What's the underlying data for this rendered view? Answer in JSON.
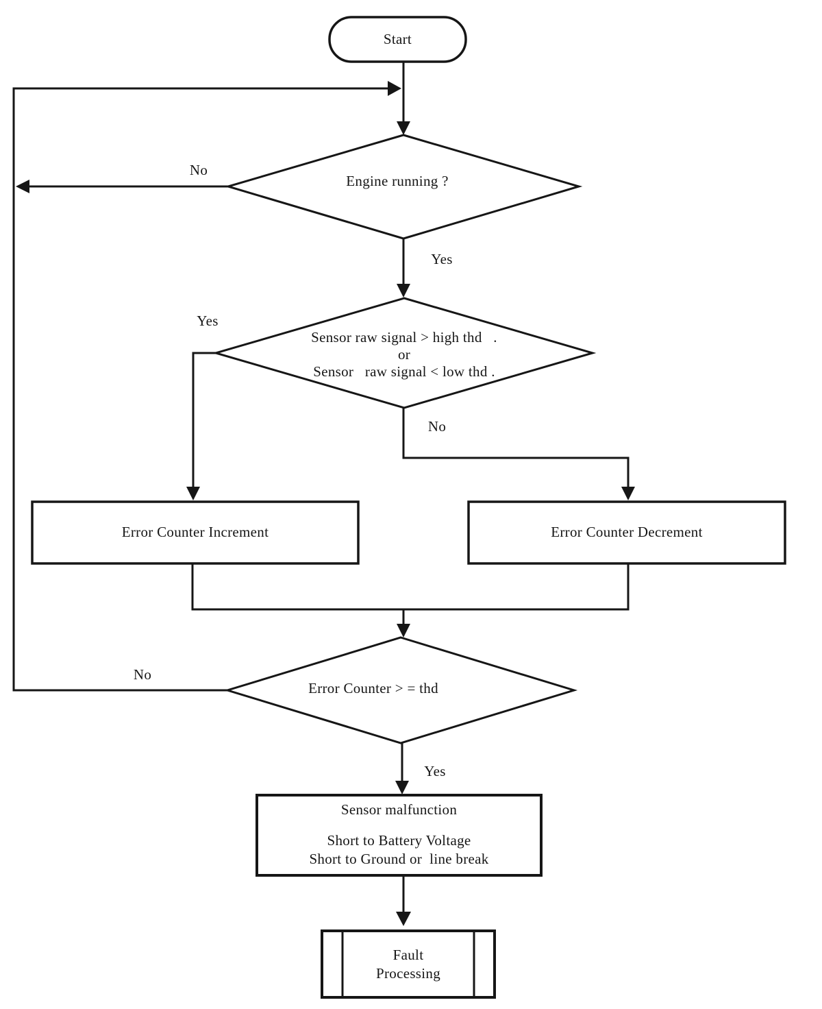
{
  "flowchart": {
    "background_color": "#ffffff",
    "ink_color": "#161616",
    "nodes": {
      "start": {
        "label": "Start"
      },
      "engine_running": {
        "label": "Engine running ?"
      },
      "sensor_signal": {
        "line1": "Sensor raw signal > high thd   .",
        "line2": "or",
        "line3": "Sensor   raw signal < low thd ."
      },
      "error_increment": {
        "label": "Error Counter Increment"
      },
      "error_decrement": {
        "label": "Error Counter Decrement"
      },
      "error_threshold": {
        "label": "Error Counter > = thd"
      },
      "sensor_malfunction": {
        "title": "Sensor malfunction",
        "line1": "Short to Battery Voltage",
        "line2": "Short to Ground or  line break"
      },
      "fault_processing": {
        "line1": "Fault",
        "line2": "Processing"
      }
    },
    "edge_labels": {
      "engine_no": "No",
      "engine_yes": "Yes",
      "sensor_yes": "Yes",
      "sensor_no": "No",
      "threshold_no": "No",
      "threshold_yes": "Yes"
    }
  }
}
